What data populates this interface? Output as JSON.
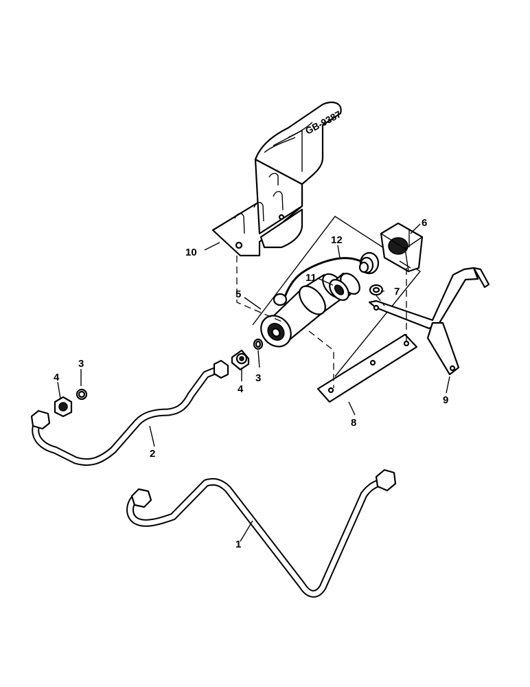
{
  "drawing": {
    "reference": "GB-9387",
    "callouts": [
      {
        "id": "1",
        "label": "1"
      },
      {
        "id": "2",
        "label": "2"
      },
      {
        "id": "3a",
        "label": "3"
      },
      {
        "id": "3b",
        "label": "3"
      },
      {
        "id": "4a",
        "label": "4"
      },
      {
        "id": "4b",
        "label": "4"
      },
      {
        "id": "5",
        "label": "5"
      },
      {
        "id": "6",
        "label": "6"
      },
      {
        "id": "7",
        "label": "7"
      },
      {
        "id": "8",
        "label": "8"
      },
      {
        "id": "9",
        "label": "9"
      },
      {
        "id": "10",
        "label": "10"
      },
      {
        "id": "11",
        "label": "11"
      },
      {
        "id": "12",
        "label": "12"
      }
    ]
  }
}
